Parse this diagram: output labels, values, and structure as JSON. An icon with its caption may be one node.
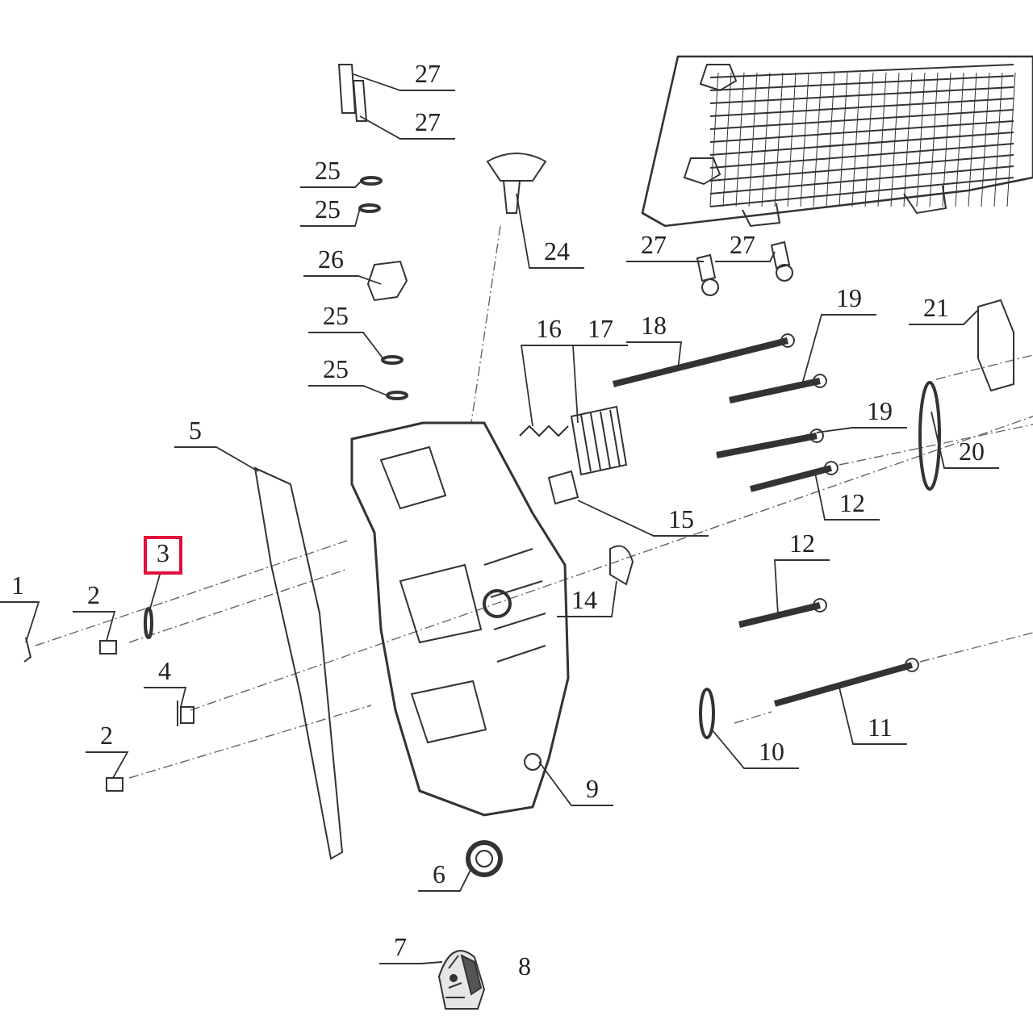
{
  "diagram": {
    "nodes": [
      {
        "text": [
          "27"
        ]
      },
      {
        "text": [
          "27"
        ]
      },
      {
        "text": [
          "25"
        ]
      },
      {
        "text": [
          "25"
        ]
      },
      {
        "text": [
          "24"
        ]
      },
      {
        "text": [
          "27"
        ]
      },
      {
        "text": [
          "27"
        ]
      },
      {
        "text": [
          "26"
        ]
      },
      {
        "text": [
          "19"
        ]
      },
      {
        "text": [
          "21"
        ]
      },
      {
        "text": [
          "25"
        ]
      },
      {
        "text": [
          "18"
        ]
      },
      {
        "text": [
          "16"
        ]
      },
      {
        "text": [
          "17"
        ]
      },
      {
        "text": [
          "25"
        ]
      },
      {
        "text": [
          "19"
        ]
      },
      {
        "text": [
          "5"
        ]
      },
      {
        "text": [
          "20"
        ]
      },
      {
        "text": [
          "12"
        ]
      },
      {
        "text": [
          "15"
        ]
      },
      {
        "text": [
          "12"
        ]
      },
      {
        "text": [
          "3"
        ]
      },
      {
        "text": [
          "1"
        ]
      },
      {
        "text": [
          "2"
        ]
      },
      {
        "text": [
          "14"
        ]
      },
      {
        "text": [
          "4"
        ]
      },
      {
        "text": [
          "11"
        ]
      },
      {
        "text": [
          "2"
        ]
      },
      {
        "text": [
          "10"
        ]
      },
      {
        "text": [
          "9"
        ]
      },
      {
        "text": [
          "6"
        ]
      },
      {
        "text": [
          "7"
        ]
      },
      {
        "text": [],
        "shape": "picture"
      },
      {
        "text": [],
        "shape": "picture"
      },
      {
        "text": [],
        "shape": "circle"
      },
      {
        "text": [],
        "shape": "circle"
      },
      {
        "text": [],
        "shape": "picture"
      },
      {
        "text": [],
        "shape": "picture"
      },
      {
        "text": [],
        "shape": "picture"
      },
      {
        "text": [],
        "shape": "picture"
      },
      {
        "text": [],
        "shape": "picture"
      },
      {
        "text": [],
        "shape": "picture"
      },
      {
        "text": [],
        "shape": "circle"
      },
      {
        "text": [],
        "shape": "picture"
      },
      {
        "text": [],
        "shape": "picture"
      },
      {
        "text": [],
        "shape": "picture"
      },
      {
        "text": [],
        "shape": "circle"
      },
      {
        "text": [],
        "shape": "picture"
      },
      {
        "text": [],
        "shape": "picture"
      },
      {
        "text": [],
        "shape": "circle"
      },
      {
        "text": [],
        "shape": "picture"
      },
      {
        "text": [],
        "shape": "picture"
      },
      {
        "text": [],
        "shape": "picture"
      },
      {
        "text": [],
        "shape": "circle"
      },
      {
        "text": [],
        "shape": "picture"
      },
      {
        "text": [],
        "shape": "box"
      },
      {
        "text": [],
        "shape": "picture"
      },
      {
        "text": [],
        "shape": "picture"
      },
      {
        "text": [],
        "shape": "picture"
      },
      {
        "text": [],
        "shape": "box"
      },
      {
        "text": [],
        "shape": "circle"
      },
      {
        "text": [],
        "shape": "picture"
      },
      {
        "text": [],
        "shape": "picture"
      },
      {
        "text": [],
        "shape": "picture"
      }
    ],
    "edges": [
      {
        "from": 0,
        "to": 32,
        "arrow": "none"
      },
      {
        "from": 1,
        "to": 33,
        "arrow": "none"
      },
      {
        "from": 2,
        "to": 34,
        "arrow": "none"
      },
      {
        "from": 3,
        "to": 35,
        "arrow": "none"
      },
      {
        "from": 4,
        "to": 36,
        "arrow": "none"
      },
      {
        "from": 5,
        "to": 37,
        "arrow": "none"
      },
      {
        "from": 6,
        "to": 38,
        "arrow": "none"
      },
      {
        "from": 7,
        "to": 39,
        "arrow": "none"
      },
      {
        "from": 8,
        "to": 40,
        "arrow": "none"
      },
      {
        "from": 9,
        "to": 41,
        "arrow": "none"
      },
      {
        "from": 10,
        "to": 42,
        "arrow": "none"
      },
      {
        "from": 11,
        "to": 43,
        "arrow": "none"
      },
      {
        "from": 12,
        "to": 44,
        "arrow": "none"
      },
      {
        "from": 13,
        "to": 45,
        "arrow": "none"
      },
      {
        "from": 14,
        "to": 46,
        "arrow": "none"
      },
      {
        "from": 15,
        "to": 47,
        "arrow": "none"
      },
      {
        "from": 16,
        "to": 48,
        "arrow": "none"
      },
      {
        "from": 17,
        "to": 49,
        "arrow": "none"
      },
      {
        "from": 18,
        "to": 50,
        "arrow": "none"
      },
      {
        "from": 19,
        "to": 51,
        "arrow": "none"
      },
      {
        "from": 20,
        "to": 52,
        "arrow": "none"
      },
      {
        "from": 21,
        "to": 53,
        "arrow": "none"
      },
      {
        "from": 22,
        "to": 54,
        "arrow": "none"
      },
      {
        "from": 23,
        "to": 55,
        "arrow": "none"
      },
      {
        "from": 24,
        "to": 56,
        "arrow": "none"
      },
      {
        "from": 25,
        "to": 57,
        "arrow": "none"
      },
      {
        "from": 26,
        "to": 58,
        "arrow": "none"
      },
      {
        "from": 27,
        "to": 59,
        "arrow": "none"
      },
      {
        "from": 28,
        "to": 60,
        "arrow": "none"
      },
      {
        "from": 29,
        "to": 61,
        "arrow": "none"
      },
      {
        "from": 30,
        "to": 62,
        "arrow": "none"
      },
      {
        "from": 31,
        "to": 63,
        "arrow": "none"
      }
    ],
    "labels": [
      "8"
    ]
  }
}
